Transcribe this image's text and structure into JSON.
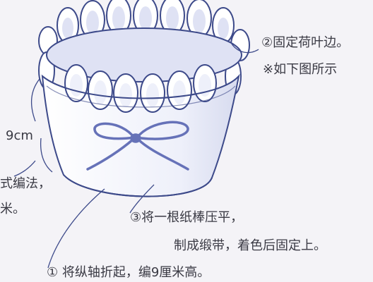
{
  "labels": {
    "step2_line1": "②固定荷叶边。",
    "step2_line2": "※如下图所示",
    "height": "9cm",
    "left_line1": "式编法，",
    "left_line2": "米。",
    "step3_line1": "③将一根纸棒压平，",
    "step3_line2": "制成缎带，着色后固定上。",
    "step1": "① 将纵轴折起，编9厘米高。"
  },
  "colors": {
    "background": "#f4f3f7",
    "outline": "#3d4a8a",
    "ribbon": "#6672b8",
    "basket_fill": "#ffffff",
    "interior_shade": "#dfe2f4",
    "text": "#3a3a44"
  }
}
